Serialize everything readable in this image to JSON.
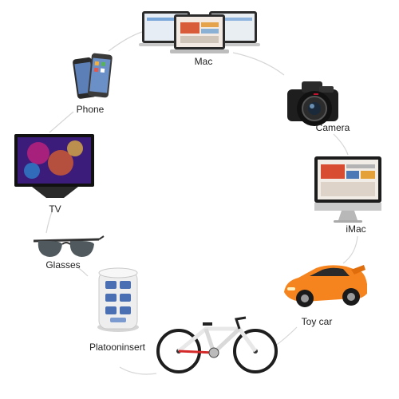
{
  "diagram": {
    "nodes": [
      {
        "id": "mac",
        "label": "Mac",
        "icon": "laptops-icon"
      },
      {
        "id": "camera",
        "label": "Camera",
        "icon": "camera-icon"
      },
      {
        "id": "imac",
        "label": "iMac",
        "icon": "imac-icon"
      },
      {
        "id": "toycar",
        "label": "Toy car",
        "icon": "toy-car-icon"
      },
      {
        "id": "bicycle",
        "label": "",
        "icon": "bicycle-icon"
      },
      {
        "id": "platoon",
        "label": "Platooninsert",
        "icon": "power-tower-icon"
      },
      {
        "id": "glasses",
        "label": "Glasses",
        "icon": "sunglasses-icon"
      },
      {
        "id": "tv",
        "label": "TV",
        "icon": "tv-icon"
      },
      {
        "id": "phone",
        "label": "Phone",
        "icon": "phones-icon"
      }
    ],
    "colors": {
      "ring": "#d6d6d6",
      "car": "#f5841f",
      "tv_screen": "#3b1c7a",
      "camera_body": "#1e1e1e",
      "bike_accent": "#d42a2a"
    }
  }
}
